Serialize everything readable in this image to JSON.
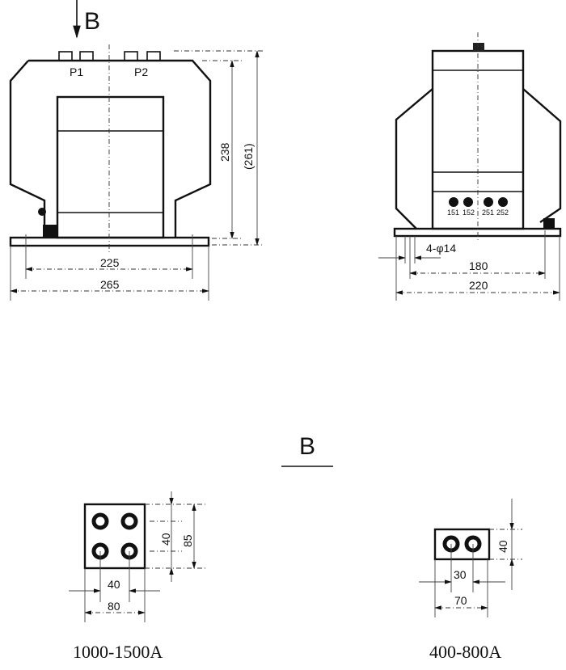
{
  "view_marker": "B",
  "front_view": {
    "terminals": [
      "P1",
      "P2"
    ],
    "dim_height": "238",
    "dim_height_total": "(261)",
    "dim_mount_width": "225",
    "dim_total_width": "265"
  },
  "side_view": {
    "secondary_terminals": [
      "151",
      "152",
      "251",
      "252"
    ],
    "hole_spec": "4-φ14",
    "dim_mount_width": "180",
    "dim_total_width": "220"
  },
  "view_b": {
    "title": "B",
    "large": {
      "spacing_v": "40",
      "height": "85",
      "spacing_h": "40",
      "width": "80",
      "label": "1000-1500A"
    },
    "small": {
      "height": "40",
      "spacing_h": "30",
      "width": "70",
      "label": "400-800A"
    }
  }
}
